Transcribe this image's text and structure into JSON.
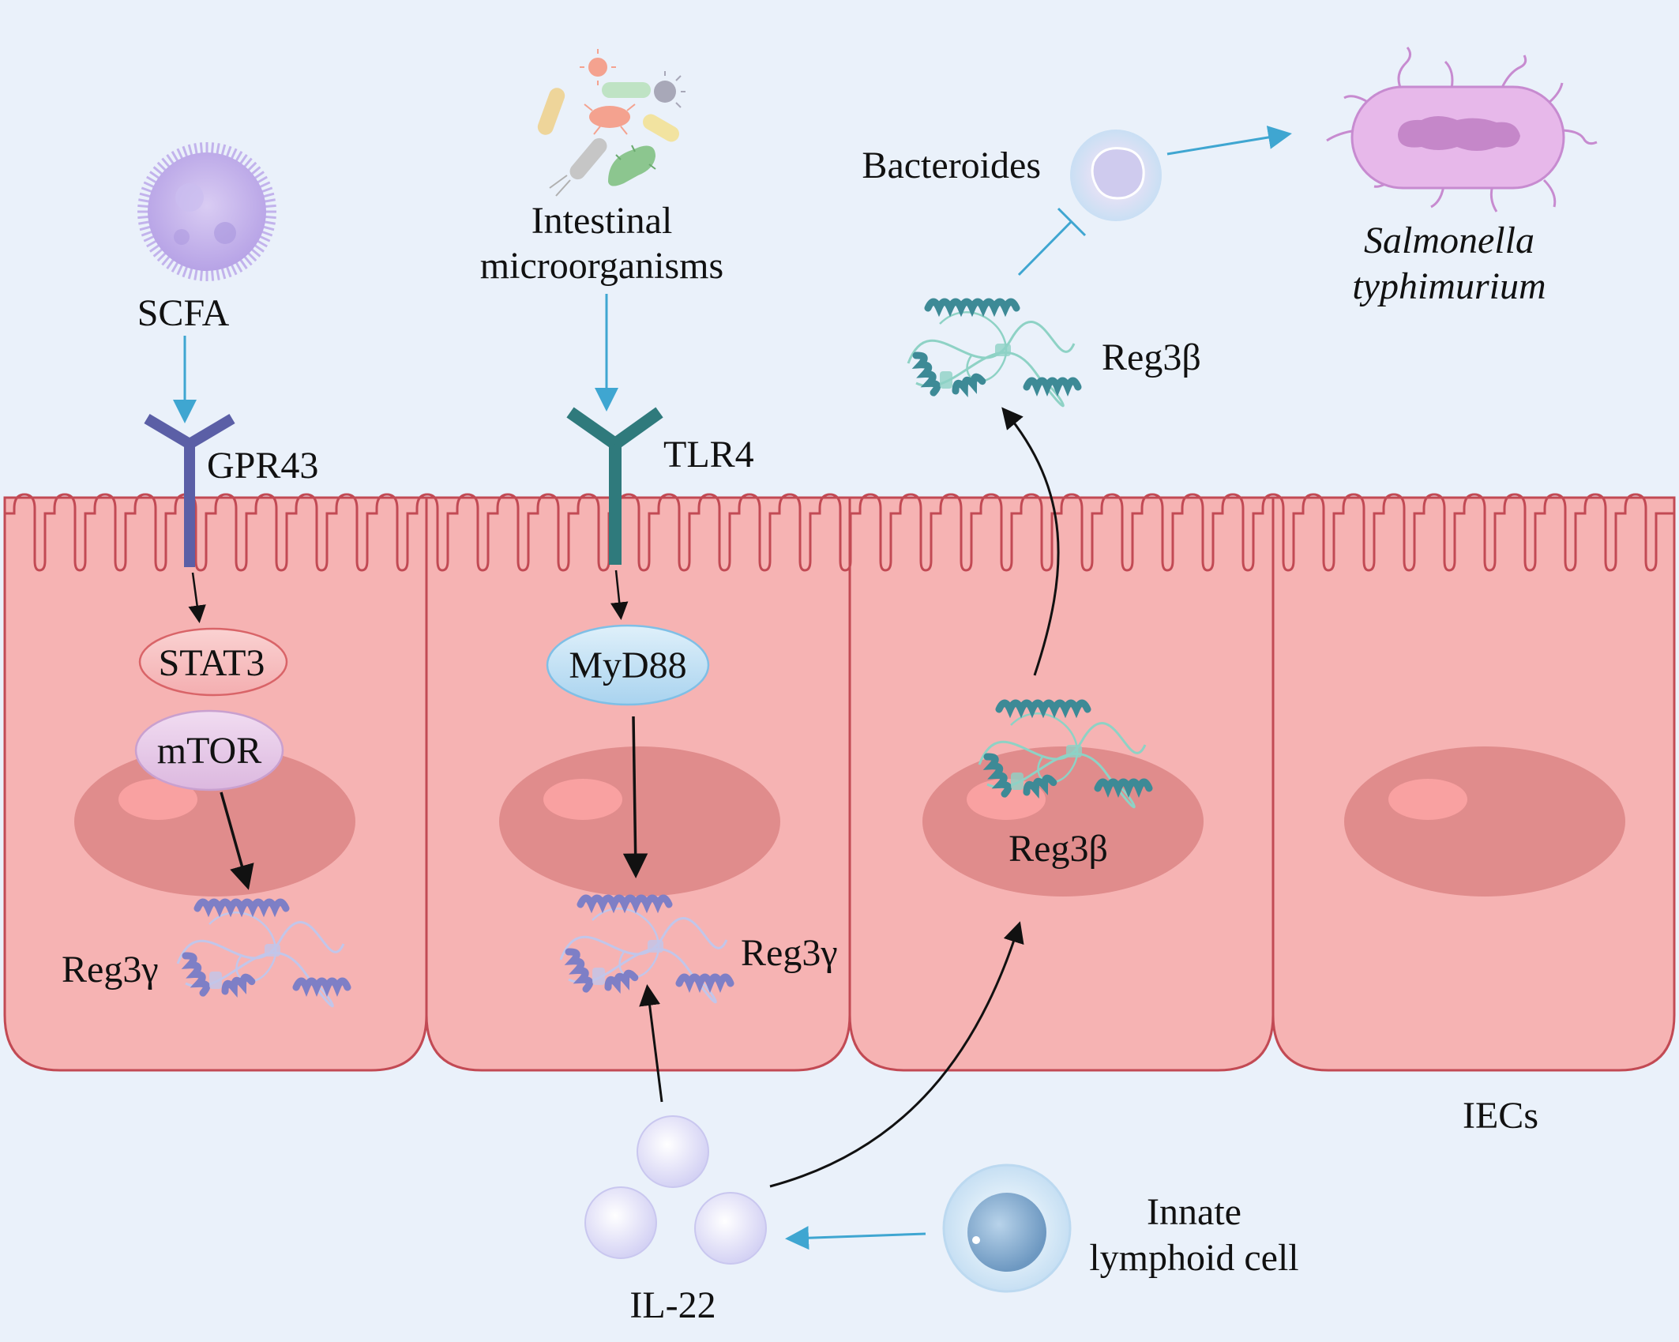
{
  "labels": {
    "scfa": "SCFA",
    "gpr43": "GPR43",
    "stat3": "STAT3",
    "mtor": "mTOR",
    "reg3g_left": "Reg3γ",
    "intestinal_line1": "Intestinal",
    "intestinal_line2": "microorganisms",
    "tlr4": "TLR4",
    "myd88": "MyD88",
    "reg3g_mid": "Reg3γ",
    "bacteroides": "Bacteroides",
    "salmonella_line1": "Salmonella",
    "salmonella_line2": "typhimurium",
    "reg3b_top": "Reg3β",
    "reg3b_cell": "Reg3β",
    "iecs": "IECs",
    "il22": "IL-22",
    "ilc_line1": "Innate",
    "ilc_line2": "lymphoid cell"
  },
  "colors": {
    "background": "#eaf1fa",
    "cell_fill": "#f6b3b3",
    "cell_border": "#c24a54",
    "nucleus": "#e08c8c",
    "nucleolus": "#f9a1a1",
    "gpr43": "#5b5fa6",
    "tlr4": "#2f7a7c",
    "arrow_blue": "#3fa6d1",
    "arrow_black": "#111111",
    "stat3_fill": "#f8c3c3",
    "mtor_fill": "#e8cde8",
    "myd88_fill": "#c9e5f6",
    "reg3g": "#7e7fc6",
    "reg3b": "#3d8a96",
    "salmonella": "#e7b8ea"
  }
}
